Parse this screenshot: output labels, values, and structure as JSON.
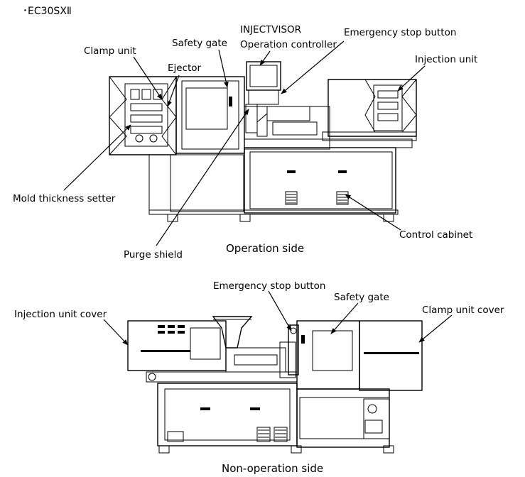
{
  "title": "･EC30SXⅡ",
  "views": {
    "operation_side": {
      "caption": "Operation side",
      "labels": {
        "clamp_unit": "Clamp unit",
        "ejector": "Ejector",
        "safety_gate": "Safety gate",
        "injectvisor": "INJECTVISOR",
        "operation_controller": "Operation controller",
        "emergency_stop_button": "Emergency stop button",
        "injection_unit": "Injection unit",
        "mold_thickness_setter": "Mold thickness setter",
        "control_cabinet": "Control cabinet",
        "purge_shield": "Purge shield"
      }
    },
    "non_operation_side": {
      "caption": "Non-operation side",
      "labels": {
        "emergency_stop_button": "Emergency stop button",
        "safety_gate": "Safety gate",
        "injection_unit_cover": "Injection unit cover",
        "clamp_unit_cover": "Clamp unit cover"
      }
    }
  }
}
